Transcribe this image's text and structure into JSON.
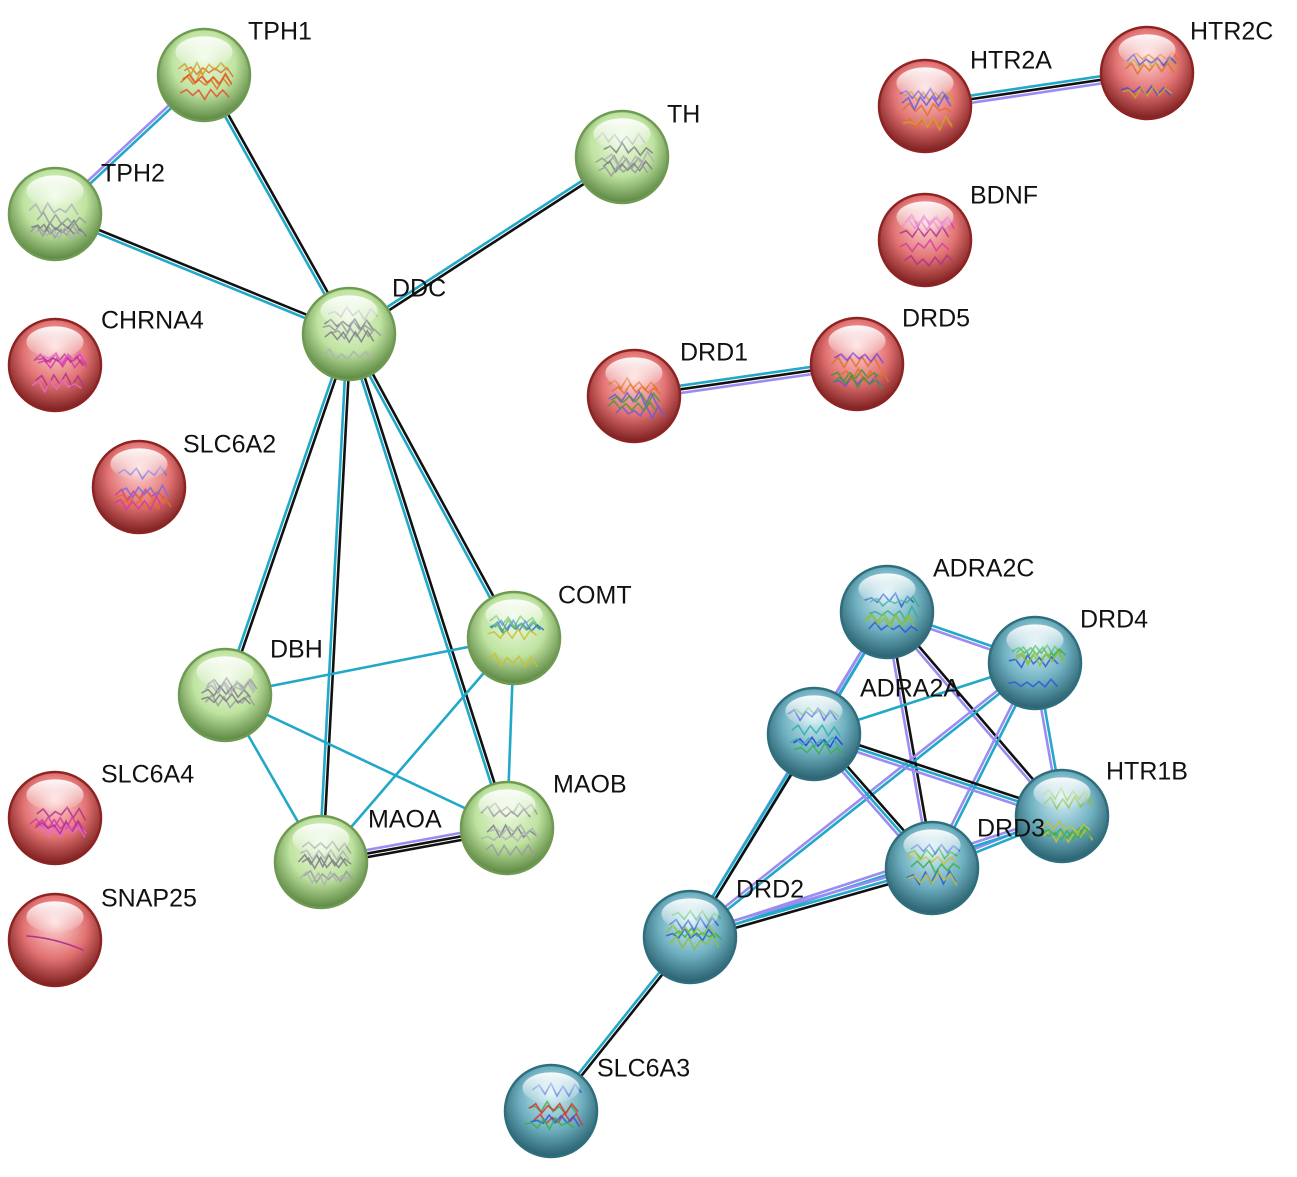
{
  "groups": {
    "green": {
      "fill": "#bfe3a0",
      "edge": "#6f9a52",
      "dark": "#4d7a34",
      "light": "#eefbe2"
    },
    "red": {
      "fill": "#e27272",
      "edge": "#8e2323",
      "dark": "#6f1414",
      "light": "#ffd9d9"
    },
    "blue": {
      "fill": "#6fb0c0",
      "edge": "#2f6e7d",
      "dark": "#1f5563",
      "light": "#d8f1f7"
    }
  },
  "edge_colors": {
    "cyan": "#22a8c9",
    "black": "#111111",
    "purple": "#9a8cf2"
  },
  "nodes": [
    {
      "id": "TPH1",
      "label": "TPH1",
      "group": "green",
      "art": [
        "#e0712a",
        "#c9a230",
        "#e84b2a"
      ]
    },
    {
      "id": "TPH2",
      "label": "TPH2",
      "group": "green",
      "art": [
        "#9a9aa0",
        "#7e7e86",
        "#b0b0b8"
      ]
    },
    {
      "id": "TH",
      "label": "TH",
      "group": "green",
      "art": [
        "#9a9aa0",
        "#7e7e86",
        "#b0b0b8"
      ]
    },
    {
      "id": "DDC",
      "label": "DDC",
      "group": "green",
      "art": [
        "#9a9aa0",
        "#7e7e86",
        "#b0b0b8"
      ]
    },
    {
      "id": "CHRNA4",
      "label": "CHRNA4",
      "group": "red",
      "art": [
        "#d63aa8",
        "#b0318e",
        "#e86bc4"
      ]
    },
    {
      "id": "SLC6A2",
      "label": "SLC6A2",
      "group": "red",
      "art": [
        "#e0712a",
        "#7a6be0",
        "#d63aa8"
      ]
    },
    {
      "id": "HTR2A",
      "label": "HTR2A",
      "group": "red",
      "art": [
        "#e0712a",
        "#c9a230",
        "#6b5be0"
      ]
    },
    {
      "id": "HTR2C",
      "label": "HTR2C",
      "group": "red",
      "art": [
        "#e0712a",
        "#c9a230",
        "#4a4ad8"
      ]
    },
    {
      "id": "BDNF",
      "label": "BDNF",
      "group": "red",
      "art": [
        "#d63aa8",
        "#b0318e",
        "#e86bc4"
      ]
    },
    {
      "id": "DRD5",
      "label": "DRD5",
      "group": "red",
      "art": [
        "#7a4ad8",
        "#e0712a",
        "#3a9a3a"
      ]
    },
    {
      "id": "DRD1",
      "label": "DRD1",
      "group": "red",
      "art": [
        "#e0712a",
        "#6b5be0",
        "#4a9a3a"
      ]
    },
    {
      "id": "SLC6A4",
      "label": "SLC6A4",
      "group": "red",
      "art": [
        "#d63aa8",
        "#b0318e",
        "#e86bc4"
      ]
    },
    {
      "id": "SNAP25",
      "label": "SNAP25",
      "group": "red",
      "art": [
        "#b0318e",
        "#b0318e",
        "#b0318e"
      ]
    },
    {
      "id": "COMT",
      "label": "COMT",
      "group": "green",
      "art": [
        "#2a6ad8",
        "#3ab04a",
        "#c9c030"
      ]
    },
    {
      "id": "DBH",
      "label": "DBH",
      "group": "green",
      "art": [
        "#9a9aa0",
        "#7e7e86",
        "#b0b0b8"
      ]
    },
    {
      "id": "MAOB",
      "label": "MAOB",
      "group": "green",
      "art": [
        "#9a9aa0",
        "#7e7e86",
        "#b0b0b8"
      ]
    },
    {
      "id": "MAOA",
      "label": "MAOA",
      "group": "green",
      "art": [
        "#9a9aa0",
        "#7e7e86",
        "#b0b0b8"
      ]
    },
    {
      "id": "ADRA2C",
      "label": "ADRA2C",
      "group": "blue",
      "art": [
        "#2a5ad8",
        "#3ab08a",
        "#8ac040"
      ]
    },
    {
      "id": "DRD4",
      "label": "DRD4",
      "group": "blue",
      "art": [
        "#2a5ad8",
        "#3ab04a",
        "#8ac040"
      ]
    },
    {
      "id": "ADRA2A",
      "label": "ADRA2A",
      "group": "blue",
      "art": [
        "#2a3ad8",
        "#2ab0b0",
        "#3ab04a"
      ]
    },
    {
      "id": "HTR1B",
      "label": "HTR1B",
      "group": "blue",
      "art": [
        "#3ab04a",
        "#8ac040",
        "#c9c030"
      ]
    },
    {
      "id": "DRD3",
      "label": "DRD3",
      "group": "blue",
      "art": [
        "#2a5ad8",
        "#3ab04a",
        "#c9c030"
      ]
    },
    {
      "id": "DRD2",
      "label": "DRD2",
      "group": "blue",
      "art": [
        "#2a5ad8",
        "#3ab04a",
        "#8ac040"
      ]
    },
    {
      "id": "SLC6A3",
      "label": "SLC6A3",
      "group": "blue",
      "art": [
        "#2a5ad8",
        "#3ab04a",
        "#e03030"
      ]
    }
  ],
  "edges": [
    {
      "source": "TPH1",
      "target": "TPH2",
      "colors": [
        "cyan",
        "purple"
      ]
    },
    {
      "source": "TPH1",
      "target": "DDC",
      "colors": [
        "black",
        "cyan"
      ]
    },
    {
      "source": "TPH2",
      "target": "DDC",
      "colors": [
        "black",
        "cyan"
      ]
    },
    {
      "source": "TH",
      "target": "DDC",
      "colors": [
        "black",
        "cyan"
      ]
    },
    {
      "source": "DDC",
      "target": "DBH",
      "colors": [
        "black",
        "cyan"
      ]
    },
    {
      "source": "DDC",
      "target": "MAOA",
      "colors": [
        "black",
        "cyan"
      ]
    },
    {
      "source": "DDC",
      "target": "MAOB",
      "colors": [
        "black",
        "cyan"
      ]
    },
    {
      "source": "DDC",
      "target": "COMT",
      "colors": [
        "black",
        "cyan"
      ]
    },
    {
      "source": "HTR2A",
      "target": "HTR2C",
      "colors": [
        "cyan",
        "black",
        "purple"
      ]
    },
    {
      "source": "DRD1",
      "target": "DRD5",
      "colors": [
        "cyan",
        "black",
        "purple"
      ]
    },
    {
      "source": "DBH",
      "target": "COMT",
      "colors": [
        "cyan"
      ]
    },
    {
      "source": "DBH",
      "target": "MAOB",
      "colors": [
        "cyan"
      ]
    },
    {
      "source": "DBH",
      "target": "MAOA",
      "colors": [
        "cyan"
      ]
    },
    {
      "source": "COMT",
      "target": "MAOB",
      "colors": [
        "cyan"
      ]
    },
    {
      "source": "COMT",
      "target": "MAOA",
      "colors": [
        "cyan"
      ]
    },
    {
      "source": "MAOA",
      "target": "MAOB",
      "colors": [
        "purple",
        "black",
        "black"
      ]
    },
    {
      "source": "ADRA2C",
      "target": "DRD4",
      "colors": [
        "cyan",
        "purple"
      ]
    },
    {
      "source": "ADRA2C",
      "target": "ADRA2A",
      "colors": [
        "cyan",
        "purple"
      ]
    },
    {
      "source": "ADRA2C",
      "target": "HTR1B",
      "colors": [
        "black",
        "purple"
      ]
    },
    {
      "source": "ADRA2C",
      "target": "DRD3",
      "colors": [
        "black",
        "purple"
      ]
    },
    {
      "source": "ADRA2C",
      "target": "DRD2",
      "colors": [
        "cyan",
        "purple"
      ]
    },
    {
      "source": "DRD4",
      "target": "ADRA2A",
      "colors": [
        "cyan"
      ]
    },
    {
      "source": "DRD4",
      "target": "HTR1B",
      "colors": [
        "cyan",
        "purple"
      ]
    },
    {
      "source": "DRD4",
      "target": "DRD3",
      "colors": [
        "cyan",
        "purple"
      ]
    },
    {
      "source": "DRD4",
      "target": "DRD2",
      "colors": [
        "cyan",
        "purple"
      ]
    },
    {
      "source": "ADRA2A",
      "target": "HTR1B",
      "colors": [
        "black",
        "cyan",
        "purple"
      ]
    },
    {
      "source": "ADRA2A",
      "target": "DRD3",
      "colors": [
        "black",
        "cyan",
        "purple"
      ]
    },
    {
      "source": "ADRA2A",
      "target": "DRD2",
      "colors": [
        "black",
        "cyan"
      ]
    },
    {
      "source": "HTR1B",
      "target": "DRD3",
      "colors": [
        "cyan",
        "purple"
      ]
    },
    {
      "source": "HTR1B",
      "target": "DRD2",
      "colors": [
        "cyan",
        "purple"
      ]
    },
    {
      "source": "DRD3",
      "target": "DRD2",
      "colors": [
        "black",
        "cyan",
        "purple"
      ]
    },
    {
      "source": "DRD2",
      "target": "SLC6A3",
      "colors": [
        "black",
        "cyan"
      ]
    }
  ]
}
